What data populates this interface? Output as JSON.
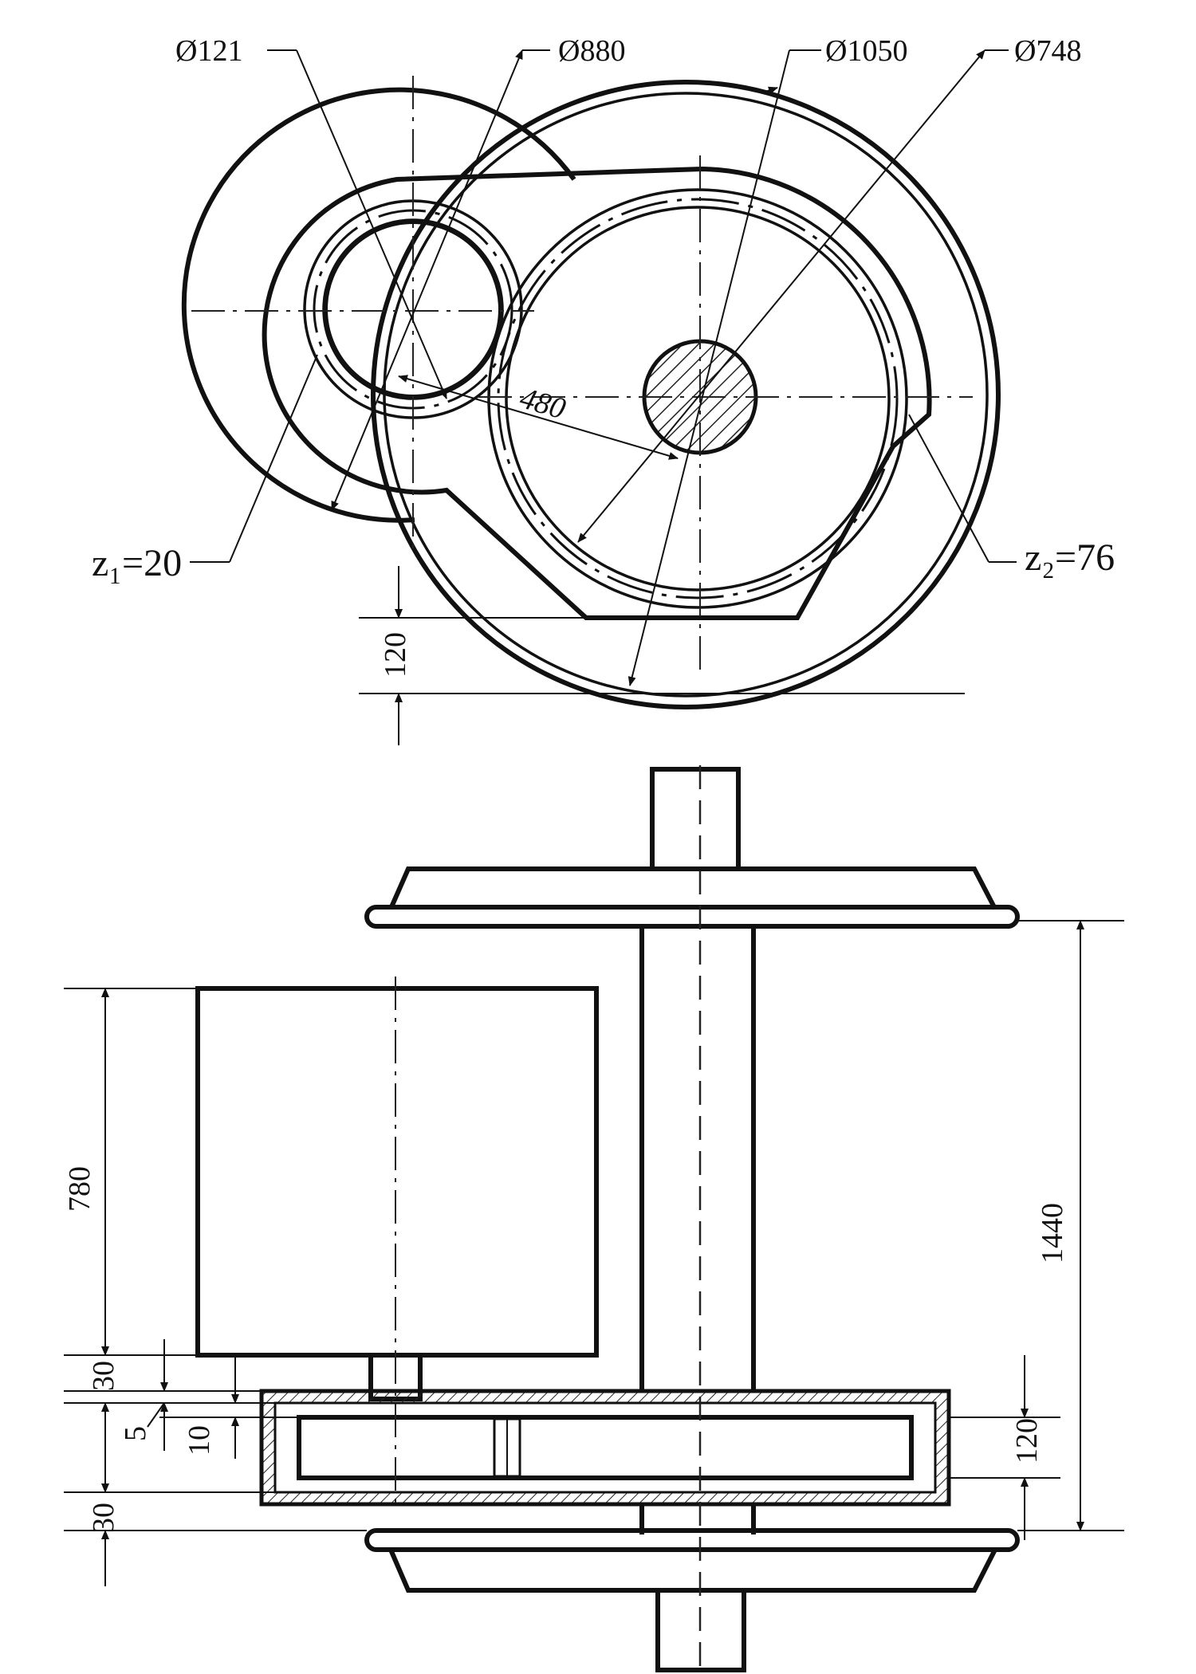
{
  "labels": {
    "d_pinion_shaft": "Ø121",
    "d_drum": "Ø880",
    "d_wheel": "Ø1050",
    "d_gear": "Ø748",
    "center_distance": "480",
    "z1": "z₁=20",
    "z2": "z₂=76",
    "dim_120_top": "120",
    "dim_780": "780",
    "dim_1440": "1440",
    "dim_30_upper": "30",
    "dim_5": "5",
    "dim_10": "10",
    "dim_30_lower": "30",
    "dim_120_side": "120"
  },
  "colors": {
    "line": "#111111",
    "hatch": "#222222",
    "background": "#ffffff"
  }
}
